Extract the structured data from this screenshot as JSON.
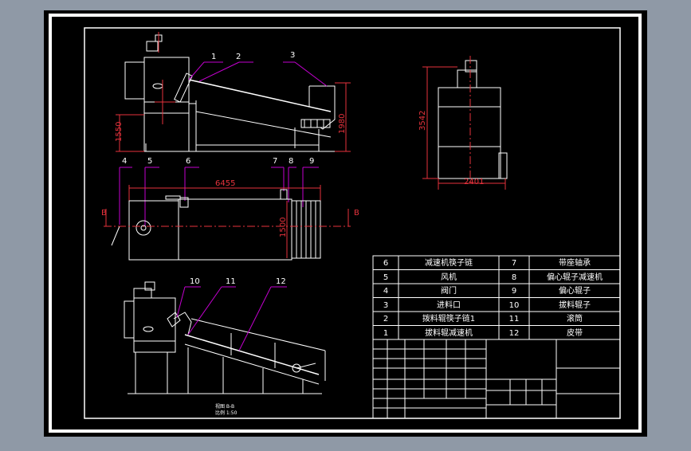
{
  "labels": {
    "l1": "1",
    "l2": "2",
    "l3": "3",
    "l4": "4",
    "l5": "5",
    "l6": "6",
    "l7": "7",
    "l8": "8",
    "l9": "9",
    "l10": "10",
    "l11": "11",
    "l12": "12"
  },
  "dims": {
    "d1550": "1550",
    "d1980": "1980",
    "d6455": "6455",
    "d1500": "1500",
    "d3542": "3542",
    "d2401": "2401"
  },
  "section": {
    "left": "B",
    "right": "B"
  },
  "parts_table": [
    {
      "no": "6",
      "name": "减速机筷子链",
      "no2": "7",
      "name2": "带座轴承"
    },
    {
      "no": "5",
      "name": "风机",
      "no2": "8",
      "name2": "偏心辊子减速机"
    },
    {
      "no": "4",
      "name": "阀门",
      "no2": "9",
      "name2": "偏心辊子"
    },
    {
      "no": "3",
      "name": "进料口",
      "no2": "10",
      "name2": "拔料辊子"
    },
    {
      "no": "2",
      "name": "拨料辊筷子链1",
      "no2": "11",
      "name2": "滚筒"
    },
    {
      "no": "1",
      "name": "拔料辊减速机",
      "no2": "12",
      "name2": "皮带"
    }
  ],
  "view_caption": {
    "line1": "视图 B-B",
    "line2": "比例 1:50"
  },
  "colors": {
    "frame": "#ffffff",
    "leader": "#c400d0",
    "dimension": "#e6323c",
    "background": "#000000"
  }
}
